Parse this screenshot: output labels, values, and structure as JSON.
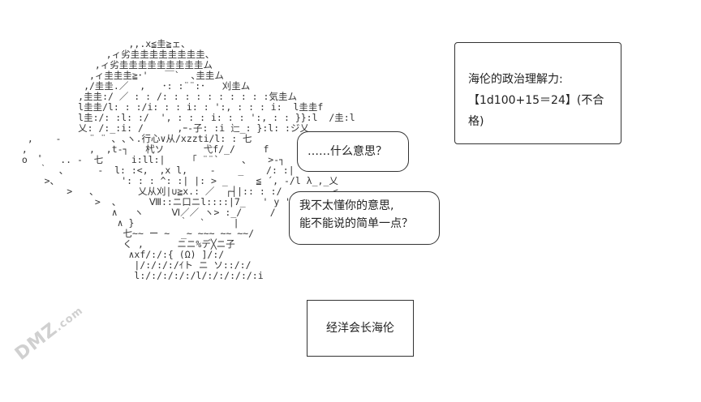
{
  "art_lines": [
    "                    ,,.x≦圭≧ェ、",
    "                ,ィ劣圭圭圭圭圭圭圭圭、",
    "              ,ィ劣圭圭圭圭圭圭圭圭圭ム",
    "             ,ィ圭圭圭≧･'   ￣`  ､圭圭ム",
    "            ,/圭圭.／  ,   ･: :¨¨:･   刈圭ム",
    "           ,圭圭:/ ／ : : /: : : : : : : : : :気圭ム",
    "           l圭圭/l: : :/i: : : i: : ':, : : : i:  l圭圭f",
    "           l圭:/: :l: :/  ', : : : i: : : ':, : : }}:l  /圭:l",
    "           乂: /:_:i: /      ,ｰ-子: :i 辷_: }:l: :ジ乂",
    "  ,    -     ¨ ¨ ､ ､ヽ.行心∨从/xzzti/l: : 七",
    " ,           ,  ,t‐┐   杙ソ       弋f/_/     f",
    " o  ﾟ   .. ‐  七     i:ll:|    「 ¨¨`    、   >‐┐",
    "    ｀  ､      ‐  l: :<,  ,x l,    ‐    _    /: :|",
    "     >、           ': : : ^: :| |: > _     ≦ ´, ‐/l λ_,_乂",
    "         >   、       乂从刈|∪≧x.: ／  ┌┤|:: : :/    —    <",
    "              >  、     Ⅷ::ニ口ニl::::|7_   ' y ' ,  ‐",
    "                 ∧   ヽ     Ⅵ／／ ヽ> :_/     /",
    "                  ∧ }        ｀  `     |",
    "                   七~~ ー ~  _~ ~~~ ~~ ~~/",
    "                   く ,      ニニ%デ╳ニ子",
    "                    ∧xf/:/:{ (Ω) ]/:/",
    "                     |/:/:/:/ｲト ニ ソ::/:/",
    "                     l:/:/:/:/:/l/:/:/:/:/:i"
  ],
  "bubble1": "……什么意思？",
  "bubble2_line1": "我不太懂你的意思,",
  "bubble2_line2": "能不能说的简单一点？",
  "stat_line1": "海伦的政治理解力:",
  "stat_line2": "【1d100+15＝24】(不合格)",
  "nametag": "经洋会长海伦",
  "watermark_main": "DMZ",
  "watermark_sub": ".com"
}
